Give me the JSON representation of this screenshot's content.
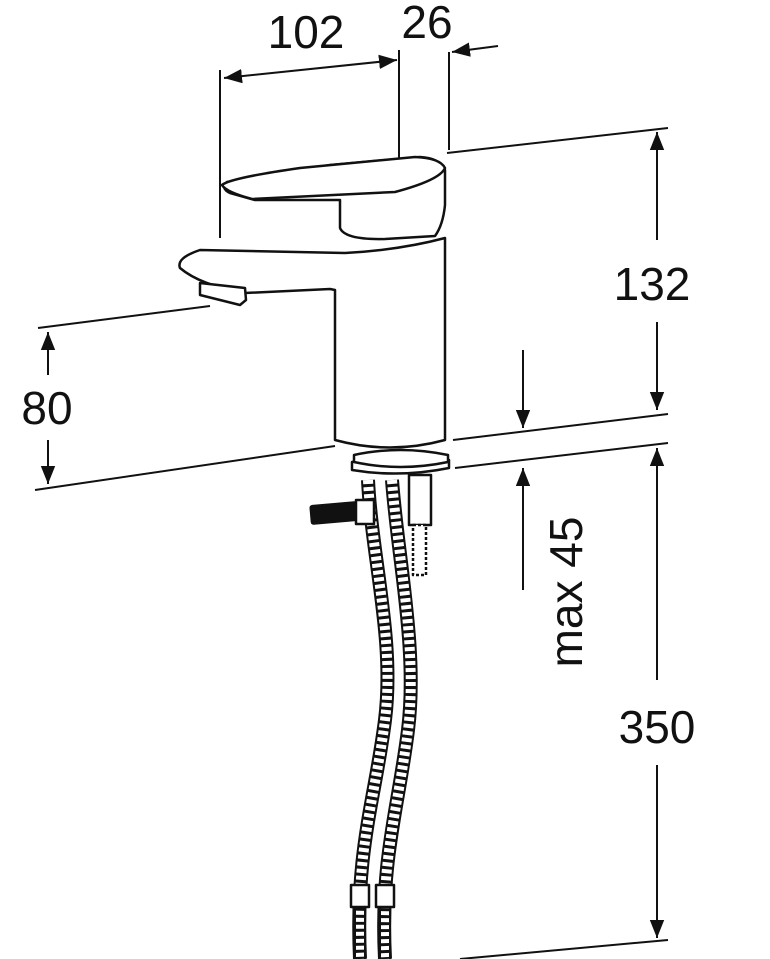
{
  "drawing": {
    "dimensions": {
      "spout_reach": "102",
      "handle_offset": "26",
      "total_height": "132",
      "spout_height": "80",
      "max_deck_thickness": "max 45",
      "hose_length": "350"
    },
    "colors": {
      "line": "#111111",
      "background": "#ffffff"
    }
  }
}
